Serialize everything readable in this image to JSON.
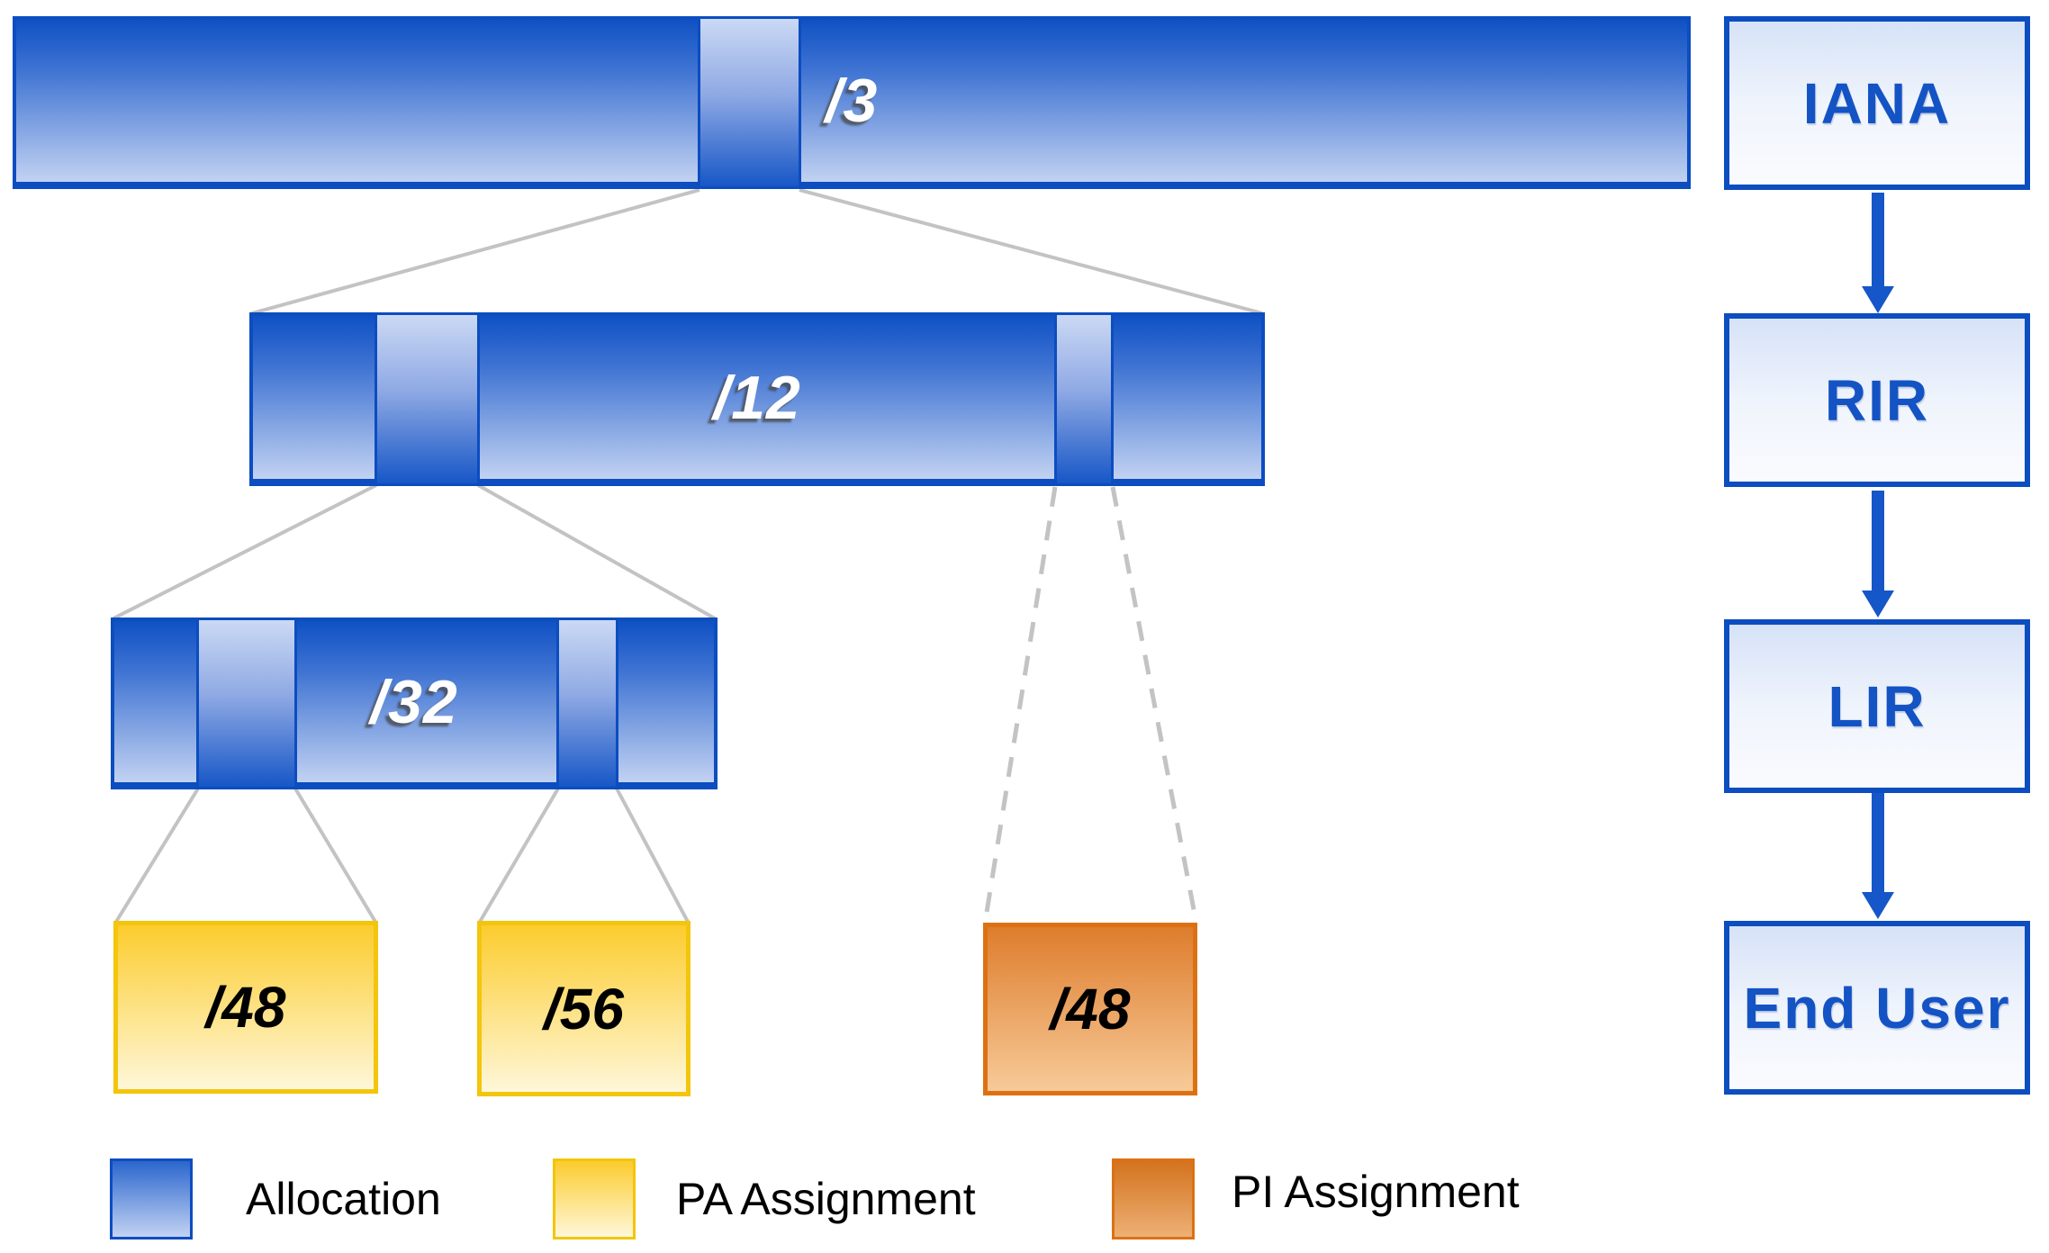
{
  "bars": {
    "b3": {
      "label": "/3"
    },
    "b12": {
      "label": "/12"
    },
    "b32": {
      "label": "/32"
    }
  },
  "assignments": {
    "pa48": {
      "label": "/48",
      "type": "PA Assignment"
    },
    "pa56": {
      "label": "/56",
      "type": "PA Assignment"
    },
    "pi48": {
      "label": "/48",
      "type": "PI Assignment"
    }
  },
  "hierarchy": {
    "iana": {
      "label": "IANA"
    },
    "rir": {
      "label": "RIR"
    },
    "lir": {
      "label": "LIR"
    },
    "end_user": {
      "label": "End User"
    }
  },
  "legend": {
    "allocation": {
      "label": "Allocation"
    },
    "pa": {
      "label": "PA Assignment"
    },
    "pi": {
      "label": "PI Assignment"
    }
  },
  "colors": {
    "allocation_dark": "#0f51c4",
    "allocation_light": "#c2d2f2",
    "slice_light": "#cbd9f4",
    "slice_dark": "#1757c7",
    "border_blue": "#0c4dc0",
    "arrow_blue": "#1556c8",
    "hier_text": "#1453c4",
    "pa_dark": "#fccc2e",
    "pa_light": "#fef7d9",
    "pa_border": "#f3c50b",
    "pi_dark": "#de7d2d",
    "pi_light": "#f7ca98",
    "pi_border": "#dc7113",
    "connector_gray": "#c3c3c3"
  }
}
